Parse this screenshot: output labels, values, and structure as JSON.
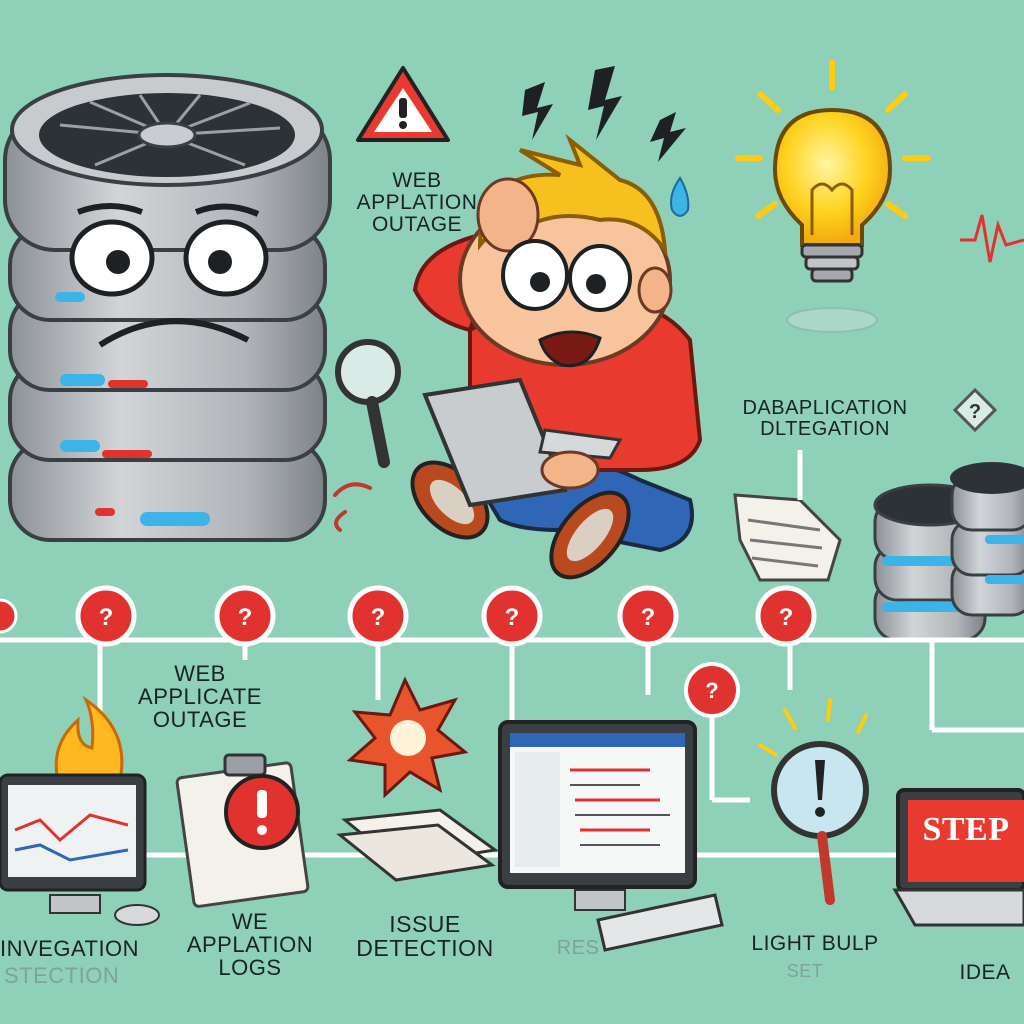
{
  "labels": {
    "outage_top": [
      "WEB",
      "APPLATION",
      "OUTAGE"
    ],
    "dab": [
      "DABAPLICATION",
      "DLTEGATION"
    ],
    "web_mid": [
      "WEB",
      "APPLICATE",
      "OUTAGE"
    ],
    "invegation": "INVEGATION",
    "stection": "STECTION",
    "we_logs": [
      "WE",
      "APPLATION",
      "LOGS"
    ],
    "issue": [
      "ISSUE",
      "DETECTION"
    ],
    "res": "RES",
    "light": "LIGHT BULP",
    "light_faded": "SET",
    "idea": "IDEA",
    "step_screen": "STEP"
  },
  "timeline_markers": [
    "?",
    "?",
    "?",
    "?",
    "?",
    "?"
  ],
  "colors": {
    "background": "#8fd0b8",
    "server_body": "#b5b9bd",
    "server_led": "#3db4e6",
    "alert_red": "#e0322e",
    "bulb_yellow": "#ffd21f",
    "hoodie": "#e83a2f",
    "hair": "#f6c01f",
    "line": "#ffffff"
  }
}
